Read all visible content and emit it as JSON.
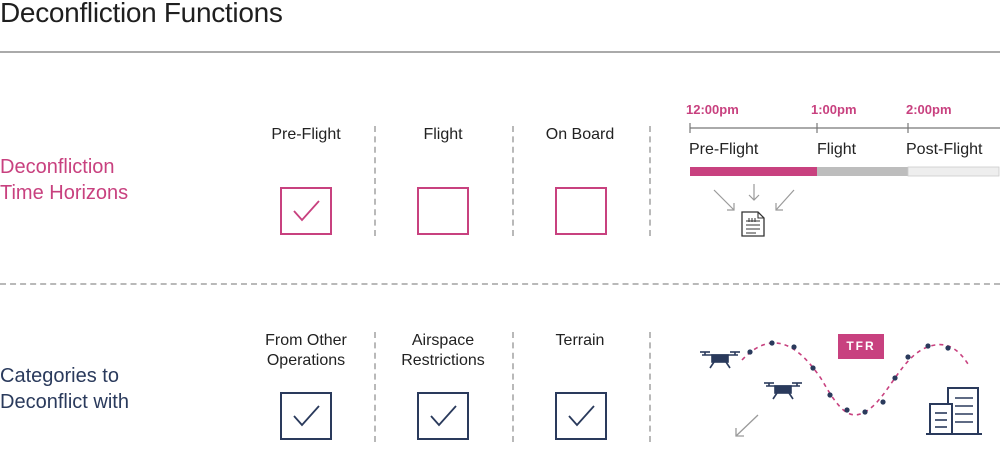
{
  "title": "Deconfliction Functions",
  "rows": [
    {
      "label_line1": "Deconfliction",
      "label_line2": "Time Horizons",
      "color": "#c8417f",
      "columns": [
        {
          "label_line1": "Pre-Flight",
          "label_line2": "",
          "checked": true
        },
        {
          "label_line1": "Flight",
          "label_line2": "",
          "checked": false
        },
        {
          "label_line1": "On Board",
          "label_line2": "",
          "checked": false
        }
      ]
    },
    {
      "label_line1": "Categories to",
      "label_line2": "Deconflict with",
      "color": "#2a3a5c",
      "columns": [
        {
          "label_line1": "From Other",
          "label_line2": "Operations",
          "checked": true
        },
        {
          "label_line1": "Airspace",
          "label_line2": "Restrictions",
          "checked": true
        },
        {
          "label_line1": "Terrain",
          "label_line2": "",
          "checked": true
        }
      ]
    }
  ],
  "timeline": {
    "times": [
      "12:00pm",
      "1:00pm",
      "2:00pm"
    ],
    "phases": [
      "Pre-Flight",
      "Flight",
      "Post-Flight"
    ],
    "bar_colors": [
      "#c8417f",
      "#bdbdbd",
      "#eeeeee"
    ]
  },
  "icons": {
    "document": "document-icon",
    "drone": "drone-icon",
    "building": "building-icon"
  },
  "tfr_label": "TFR"
}
